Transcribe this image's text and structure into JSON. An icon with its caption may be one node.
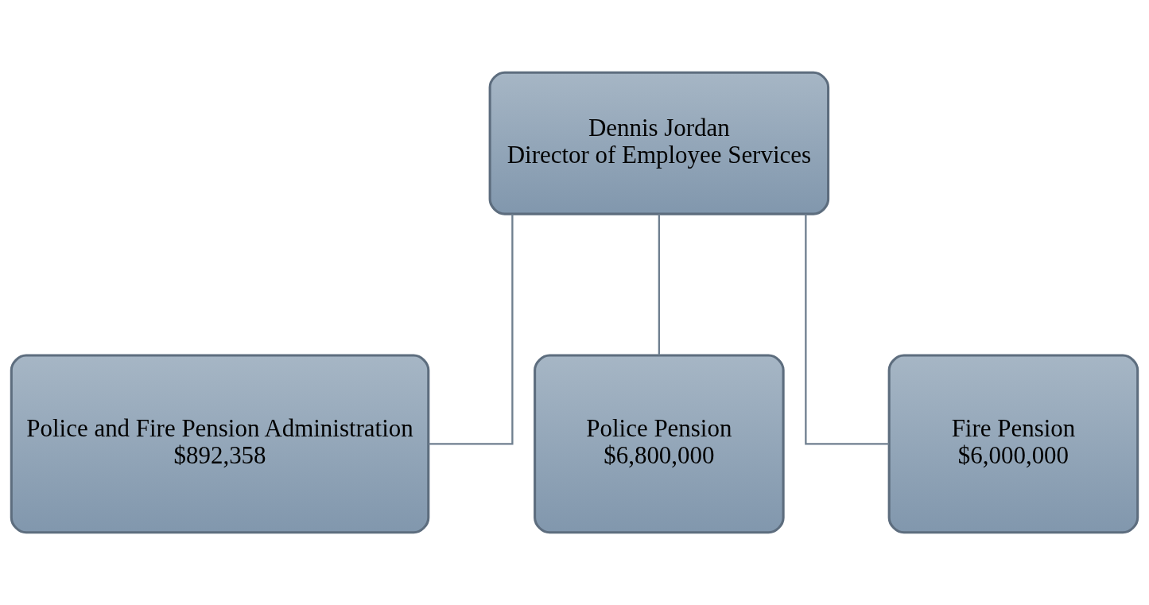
{
  "diagram": {
    "nodes": [
      {
        "text": [
          "Dennis Jordan",
          "Director of Employee Services"
        ]
      },
      {
        "text": [
          "Police and Fire Pension Administration",
          "$892,358"
        ]
      },
      {
        "text": [
          "Police Pension",
          "$6,800,000"
        ]
      },
      {
        "text": [
          "Fire Pension",
          "$6,000,000"
        ]
      }
    ],
    "edges": [
      {
        "from": 0,
        "to": 1,
        "arrow": "none"
      },
      {
        "from": 0,
        "to": 2,
        "arrow": "none"
      },
      {
        "from": 0,
        "to": 3,
        "arrow": "none"
      }
    ]
  }
}
